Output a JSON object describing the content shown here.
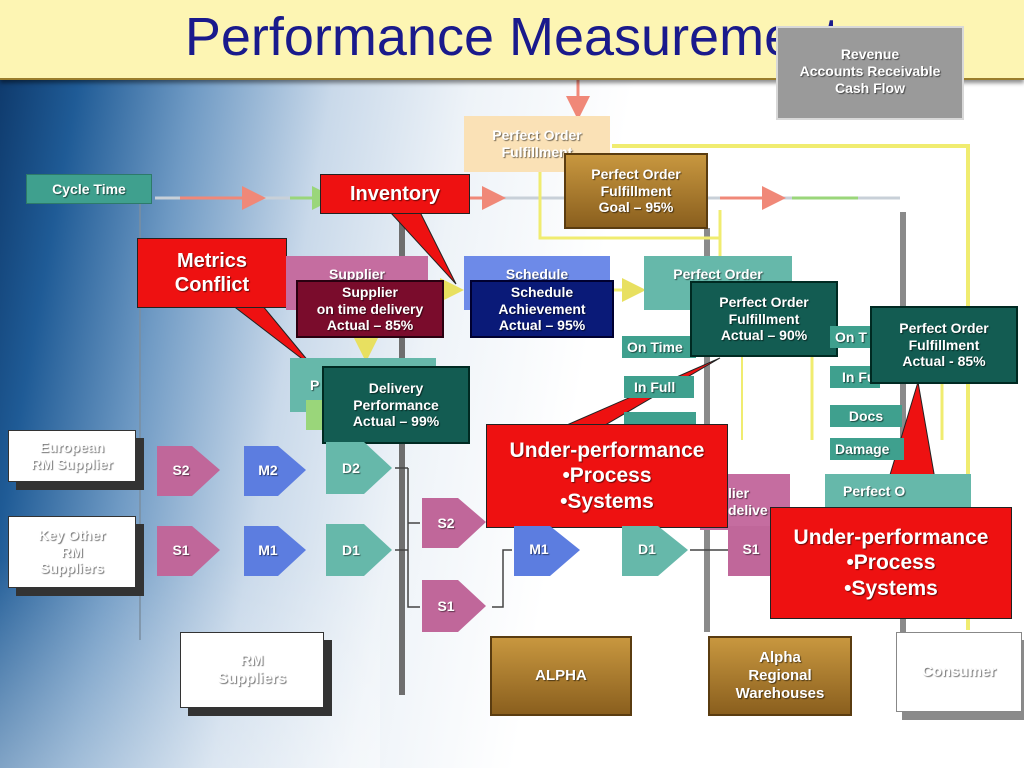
{
  "title": "Performance Measurement",
  "revenue": {
    "line1": "Revenue",
    "line2": "Accounts Receivable",
    "line3": "Cash Flow"
  },
  "cycle_time": "Cycle Time",
  "perfect_order_top": "Perfect Order Fulfillment",
  "perfect_order_goal": {
    "line1": "Perfect Order",
    "line2": "Fulfillment",
    "line3": "Goal – 95%"
  },
  "inventory": "Inventory",
  "metrics_conflict": {
    "line1": "Metrics",
    "line2": "Conflict"
  },
  "supplier_box": "Supplier",
  "schedule_box": "Schedule",
  "perfect_order_mid": "Perfect Order",
  "supplier_otd": {
    "line1": "Supplier",
    "line2": "on time delivery",
    "line3": "Actual – 85%"
  },
  "schedule_achievement": {
    "line1": "Schedule",
    "line2": "Achievement",
    "line3": "Actual – 95%"
  },
  "perfect_order_90": {
    "line1": "Perfect Order",
    "line2": "Fulfillment",
    "line3": "Actual – 90%"
  },
  "perfect_order_85": {
    "line1": "Perfect Order",
    "line2": "Fulfillment",
    "line3": "Actual - 85%"
  },
  "delivery_perf": {
    "line1": "Delivery",
    "line2": "Performance",
    "line3": "Actual – 99%"
  },
  "alpha_metrics": {
    "on_time": "On Time",
    "in_full": "In Full"
  },
  "warehouse_metrics": {
    "on_time": "On T",
    "in_full": "In Fu",
    "docs": "Docs",
    "damage": "Damage"
  },
  "underperf_1": {
    "title": "Under-performance",
    "item1": "•Process",
    "item2": "•Systems"
  },
  "underperf_2": {
    "title": "Under-performance",
    "item1": "•Process",
    "item2": "•Systems"
  },
  "european": {
    "line1": "European",
    "line2": "RM Supplier"
  },
  "key_other": {
    "line1": "Key Other",
    "line2": "RM",
    "line3": "Suppliers"
  },
  "flow": {
    "s2": "S2",
    "m2": "M2",
    "d2": "D2",
    "s1": "S1",
    "m1": "M1",
    "d1": "D1",
    "alpha_s2": "S2",
    "alpha_s1": "S1",
    "alpha_m1": "M1",
    "alpha_d1": "D1",
    "wh_s1": "S1"
  },
  "wh_supplier_partial": {
    "line1": "lier",
    "line2": "delive"
  },
  "wh_perfect_partial": "Perfect O",
  "rm_suppliers": {
    "line1": "RM",
    "line2": "Suppliers"
  },
  "alpha": "ALPHA",
  "alpha_regional": {
    "line1": "Alpha",
    "line2": "Regional",
    "line3": "Warehouses"
  },
  "consumer": "Consumer",
  "colors": {
    "title": "#1a1a8c",
    "red_callout": "#ee1111",
    "teal": "#1a6b5e",
    "maroon": "#7a0c2c",
    "navy": "#0a1a78",
    "gold": "#a8782a",
    "pink": "#c0679a",
    "blue": "#5c7de0",
    "green": "#66b8a8"
  }
}
